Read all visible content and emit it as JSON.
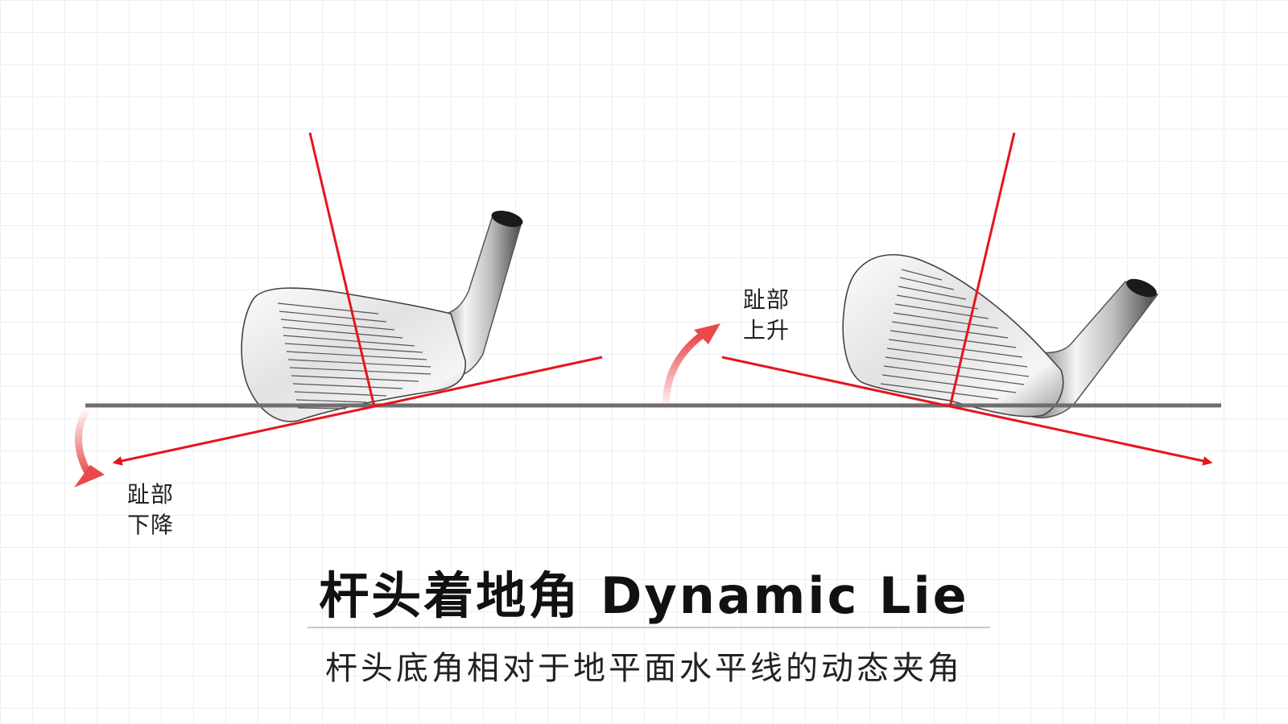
{
  "labels": {
    "toe_down": [
      "趾部",
      "下降"
    ],
    "toe_up": [
      "趾部",
      "上升"
    ]
  },
  "title": "杆头着地角 Dynamic Lie",
  "subtitle": "杆头底角相对于地平面水平线的动态夹角",
  "colors": {
    "accent": "#e8141b",
    "ground": "#6e6e6e",
    "arrow": "#e8494a"
  }
}
